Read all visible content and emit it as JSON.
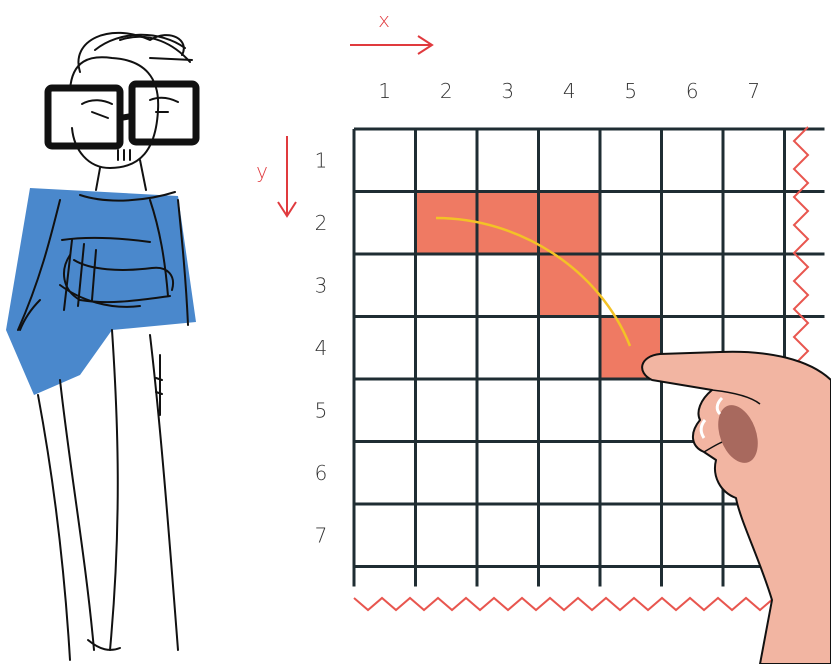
{
  "axes": {
    "x_label": "x",
    "y_label": "y",
    "x_ticks": [
      "1",
      "2",
      "3",
      "4",
      "5",
      "6",
      "7"
    ],
    "y_ticks": [
      "1",
      "2",
      "3",
      "4",
      "5",
      "6",
      "7"
    ]
  },
  "grid": {
    "columns": 7,
    "rows": 7,
    "highlighted_cells": [
      {
        "x": 2,
        "y": 2
      },
      {
        "x": 3,
        "y": 2
      },
      {
        "x": 4,
        "y": 2
      },
      {
        "x": 4,
        "y": 3
      },
      {
        "x": 5,
        "y": 4
      }
    ],
    "path_endpoints": {
      "from": {
        "x": 2,
        "y": 2
      },
      "to": {
        "x": 5,
        "y": 4
      }
    }
  },
  "colors": {
    "axis_red": "#e03a3e",
    "cell_fill": "#ef7a63",
    "grid_line": "#1f2d33",
    "zigzag": "#e8564f",
    "path": "#f3c226",
    "sweater": "#4a88cc",
    "hand": "#f2b5a2",
    "nail": "#a8695e"
  },
  "figures": {
    "person": "sketched-person-with-glasses",
    "hand": "pointing-hand"
  }
}
